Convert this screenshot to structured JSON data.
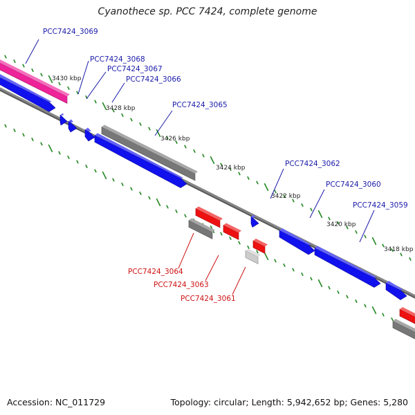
{
  "title": "Cyanothece sp. PCC 7424, complete genome",
  "footer": {
    "accession": "Accession: NC_011729",
    "summary": "Topology: circular; Length: 5,942,652 bp; Genes: 5,280"
  },
  "colors": {
    "forward_gene": "#1111ee",
    "reverse_gene": "#ee1111",
    "highlight_gene": "#ee2299",
    "other_gene": "#777777",
    "pale_gene": "#cccccc",
    "backbone": "#888888",
    "ticks": "#228822",
    "forward_label": "#1a1aaa",
    "reverse_label": "#cc1111"
  },
  "ruler": [
    {
      "label": "3430 kbp"
    },
    {
      "label": "3428 kbp"
    },
    {
      "label": "3426 kbp"
    },
    {
      "label": "3424 kbp"
    },
    {
      "label": "3422 kbp"
    },
    {
      "label": "3420 kbp"
    },
    {
      "label": "3418 kbp"
    }
  ],
  "gene_labels": [
    {
      "name": "PCC7424_3069",
      "strand": "forward"
    },
    {
      "name": "PCC7424_3068",
      "strand": "forward"
    },
    {
      "name": "PCC7424_3067",
      "strand": "forward"
    },
    {
      "name": "PCC7424_3066",
      "strand": "forward"
    },
    {
      "name": "PCC7424_3065",
      "strand": "forward"
    },
    {
      "name": "PCC7424_3062",
      "strand": "forward"
    },
    {
      "name": "PCC7424_3060",
      "strand": "forward"
    },
    {
      "name": "PCC7424_3059",
      "strand": "forward"
    },
    {
      "name": "PCC7424_3064",
      "strand": "reverse"
    },
    {
      "name": "PCC7424_3063",
      "strand": "reverse"
    },
    {
      "name": "PCC7424_3061",
      "strand": "reverse"
    }
  ]
}
